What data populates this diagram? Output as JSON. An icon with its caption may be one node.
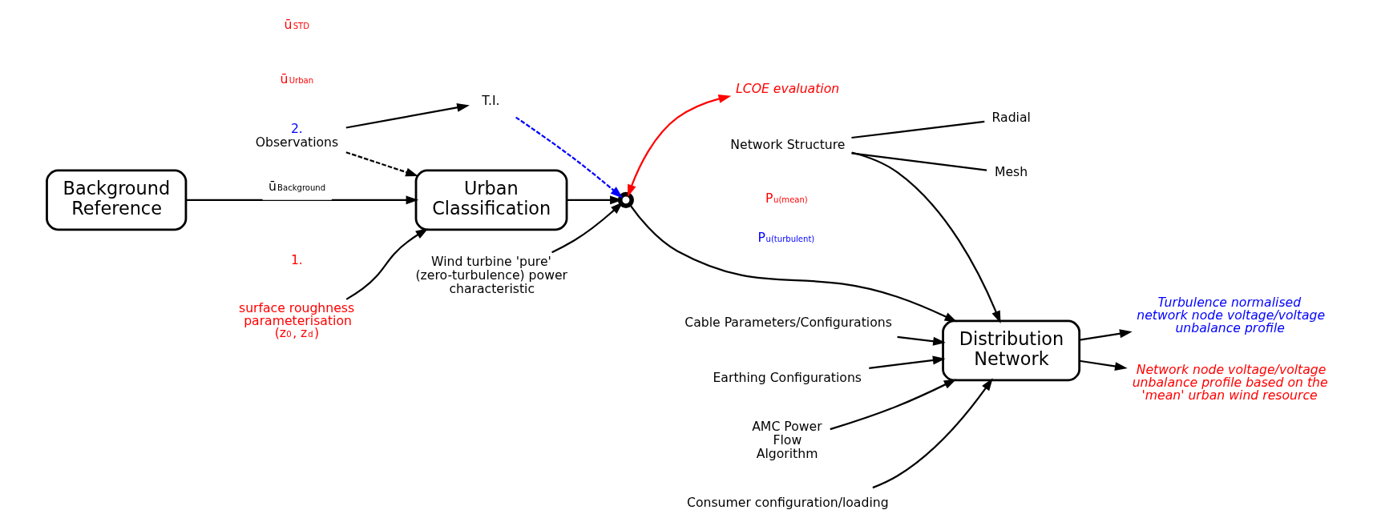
{
  "diagram": {
    "nodes": [
      {
        "text": [
          "Background Reference"
        ]
      },
      {
        "text": [
          "Urban Classification"
        ]
      },
      {
        "text": [
          "2.",
          "Observations"
        ]
      },
      {
        "text": [
          "T.I."
        ],
        "beside": [
          "ū$_{Urban}$",
          "ū$_{STD}$"
        ]
      },
      {
        "text": [],
        "shape": "circle"
      },
      {
        "text": [
          "LCOE evaluation"
        ]
      },
      {
        "text": [
          "Wind turbine 'pure' (zero-turbulence) power characteristic"
        ]
      },
      {
        "text": [
          "surface roughness parameterisation",
          "(z$_{0}$, z$_{d}$)"
        ]
      },
      {
        "text": [
          "Distribution Network"
        ]
      },
      {
        "text": [
          "Cable Parameters/Configurations"
        ]
      },
      {
        "text": [
          "Network Structure"
        ]
      },
      {
        "text": [
          "Radial"
        ]
      },
      {
        "text": [
          "Mesh"
        ]
      },
      {
        "text": [
          "Consumer configuration/loading"
        ]
      },
      {
        "text": [
          "Earthing Configurations"
        ]
      },
      {
        "text": [
          "AMC Power Flow Algorithm"
        ]
      },
      {
        "text": [
          "Turbulence normalised network node voltage/voltage unbalance profile"
        ]
      },
      {
        "text": [
          "Network node voltage/voltage unbalance profile based on the 'mean' urban wind resource"
        ]
      }
    ],
    "edges": [
      {
        "from": 0,
        "to": 1,
        "arrow": "to",
        "label": "ū$_{Background}$"
      },
      {
        "from": 2,
        "to": 3,
        "arrow": "to"
      },
      {
        "from": 2,
        "to": 1,
        "arrow": "to",
        "style": "dashed"
      },
      {
        "from": 3,
        "to": 4,
        "arrow": "to",
        "style": "dashed",
        "color": "#0000ff"
      },
      {
        "from": 1,
        "to": 4,
        "arrow": "to"
      },
      {
        "from": 4,
        "to": 8,
        "arrow": "to",
        "label": "P$_{u(turbulent)}$"
      },
      {
        "from": 4,
        "to": 5,
        "arrow": "both",
        "color": "#ff0000"
      },
      {
        "from": 6,
        "to": 4,
        "arrow": "to"
      },
      {
        "from": 7,
        "to": 1,
        "arrow": "to"
      },
      {
        "from": 9,
        "to": 8,
        "arrow": "to"
      },
      {
        "from": 10,
        "to": 8,
        "arrow": "to"
      },
      {
        "from": 10,
        "to": 11,
        "arrow": "none"
      },
      {
        "from": 10,
        "to": 12,
        "arrow": "none"
      },
      {
        "from": 13,
        "to": 8,
        "arrow": "to"
      },
      {
        "from": 14,
        "to": 8,
        "arrow": "to"
      },
      {
        "from": 15,
        "to": 8,
        "arrow": "to"
      },
      {
        "from": 8,
        "to": 16,
        "arrow": "to"
      },
      {
        "from": 8,
        "to": 17,
        "arrow": "to"
      }
    ],
    "labels": [
      "1.",
      "P$_{u(mean)}$"
    ]
  }
}
